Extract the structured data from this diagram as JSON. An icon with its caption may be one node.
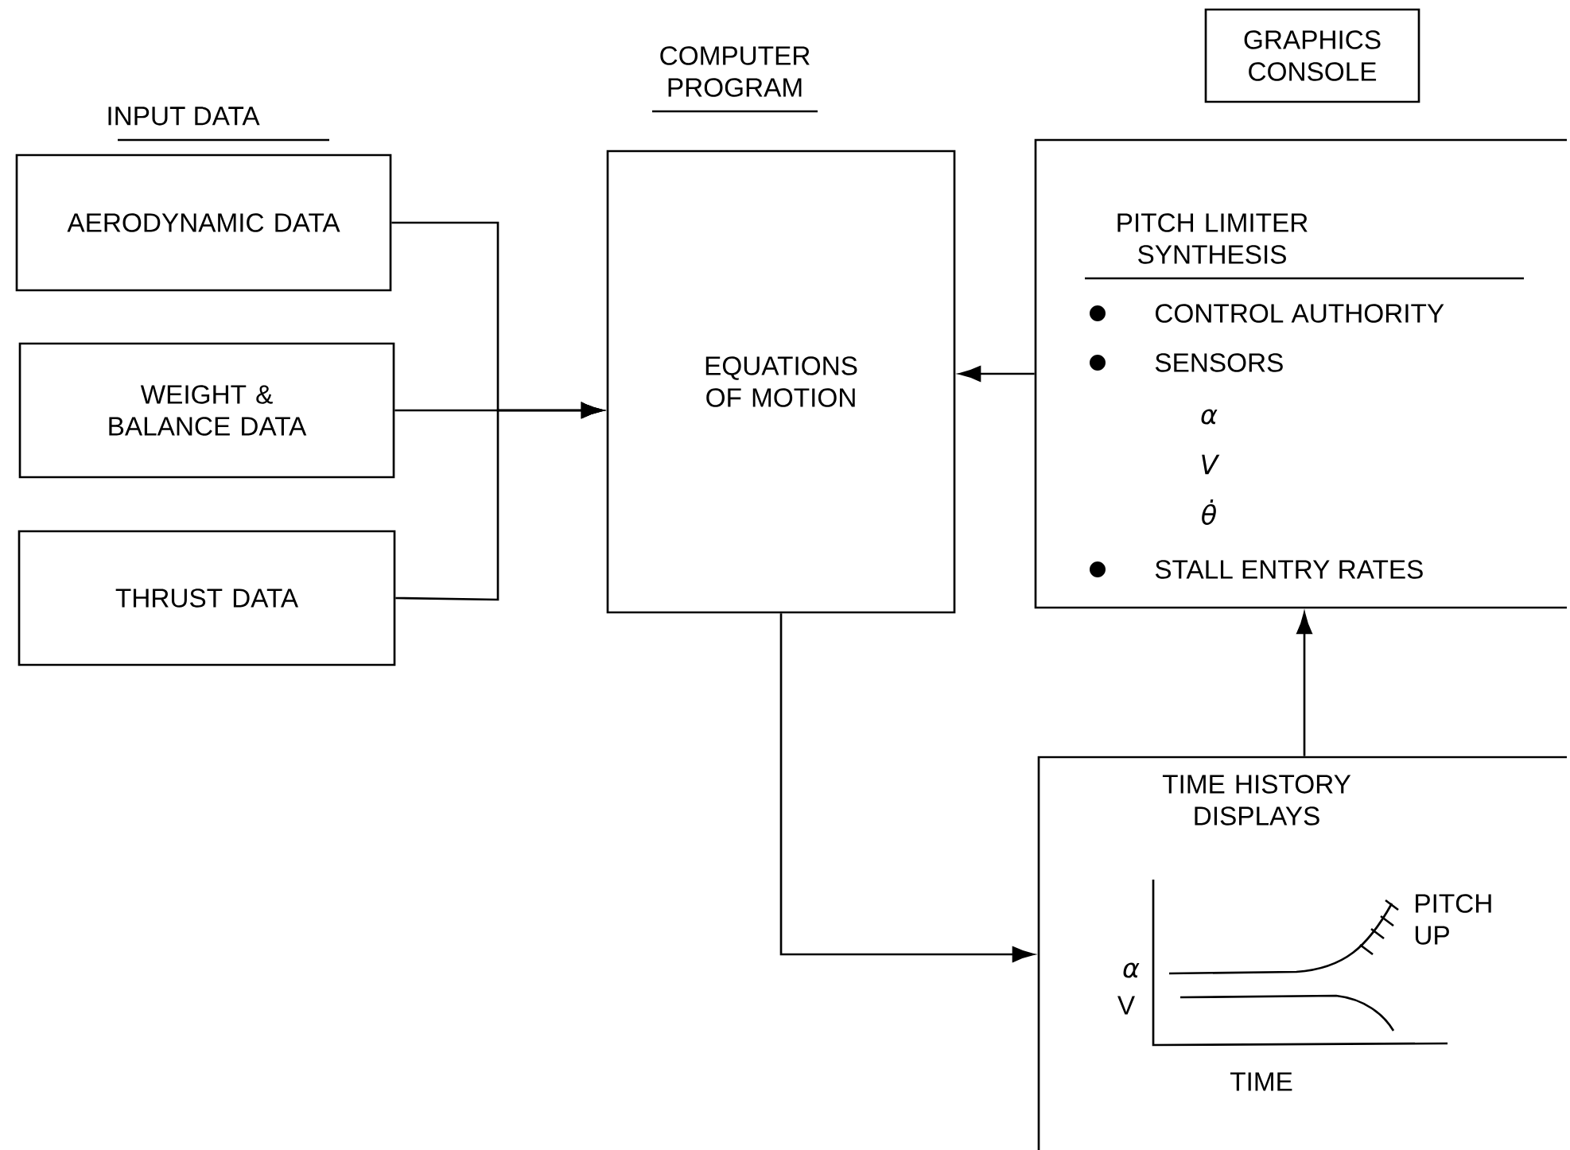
{
  "diagram": {
    "nodes": [
      {
        "text": [
          "AERODYNAMIC DATA"
        ]
      },
      {
        "text": [
          "WEIGHT & BALANCE DATA"
        ]
      },
      {
        "text": [
          "THRUST DATA"
        ]
      },
      {
        "text": [
          "COMPUTER PROGRAM",
          "EQUATIONS OF MOTION"
        ]
      },
      {
        "text": [
          "GRAPHICS CONSOLE"
        ]
      },
      {
        "text": [
          "PITCH LIMITER SYNTHESIS",
          "CONTROL AUTHORITY",
          "SENSORS",
          "α",
          "V",
          "θ̇",
          "STALL ENTRY RATES"
        ]
      },
      {
        "text": [
          "TIME HISTORY DISPLAYS",
          "α",
          "V",
          "TIME",
          "PITCH UP"
        ]
      }
    ],
    "edges": [
      {
        "from": 0,
        "to": 3,
        "arrow": "to"
      },
      {
        "from": 1,
        "to": 3,
        "arrow": "to"
      },
      {
        "from": 2,
        "to": 3,
        "arrow": "to"
      },
      {
        "from": 5,
        "to": 3,
        "arrow": "to"
      },
      {
        "from": 6,
        "to": 5,
        "arrow": "to"
      },
      {
        "from": 3,
        "to": 6,
        "arrow": "to"
      }
    ],
    "labels": [
      "INPUT DATA"
    ]
  }
}
